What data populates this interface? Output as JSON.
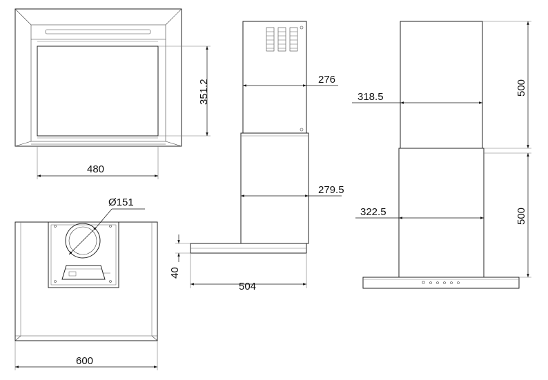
{
  "dimensions": {
    "front_width": "480",
    "front_height": "351.2",
    "side_top_depth": "276",
    "side_bottom_depth": "279.5",
    "side_base_depth": "504",
    "side_base_height": "40",
    "chimney_upper_width": "318.5",
    "chimney_lower_width": "322.5",
    "chimney_upper_height": "500",
    "chimney_lower_height": "500",
    "bottom_width": "600",
    "outlet_diameter": "Ø151"
  }
}
